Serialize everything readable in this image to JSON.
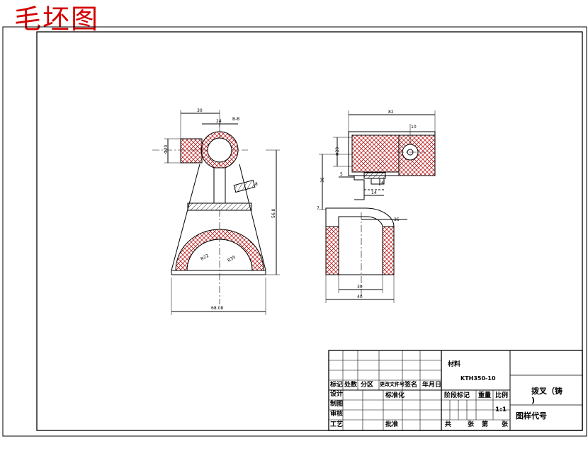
{
  "header": {
    "title": "毛坯图"
  },
  "dimensions": {
    "left_30": "30",
    "left_24": "24",
    "left_section": "B-B",
    "left_phi": "Φ20",
    "left_height": "56.8",
    "left_angle": "8",
    "left_r1": "R22",
    "left_r2": "R35",
    "left_width": "68.08",
    "right_82": "82",
    "right_10": "10",
    "right_phi": "Φ20",
    "right_5": "5",
    "right_36": "36",
    "right_4": "4",
    "right_14": "14",
    "right_35": "35",
    "right_7": "7",
    "right_30": "30",
    "right_40": "40"
  },
  "title_block": {
    "material_label": "材料",
    "material_value": "KTH350-10",
    "part_name": "拨叉（铸",
    "part_name_2": ")",
    "row_mark": "标记",
    "row_count": "处数",
    "row_zone": "分区",
    "row_change": "更改文件号",
    "row_sign": "签名",
    "row_date": "年月日",
    "design": "设计",
    "standard": "标准化",
    "draw": "制图",
    "check": "审核",
    "process": "工艺",
    "approve": "批准",
    "stage": "阶段标记",
    "weight": "重量",
    "scale": "比例",
    "scale_value": "1:1",
    "sheet_total": "共",
    "sheet": "张",
    "sheet_no": "第",
    "sheet_unit": "张",
    "drawing_no": "图样代号"
  }
}
